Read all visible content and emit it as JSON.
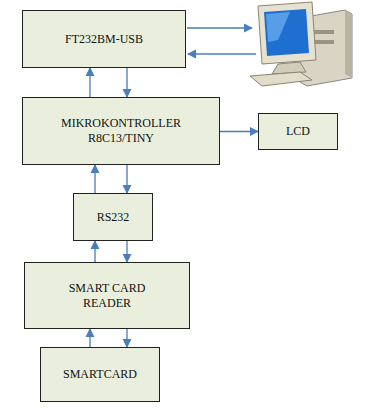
{
  "diagram": {
    "nodes": [
      {
        "text": [
          "FT232BM-USB"
        ]
      },
      {
        "text": [
          "MIKROKONTROLLER R8C13/TINY"
        ]
      },
      {
        "text": [
          "LCD"
        ]
      },
      {
        "text": [
          "RS232"
        ]
      },
      {
        "text": [
          "SMART CARD READER"
        ]
      },
      {
        "text": [
          "SMARTCARD"
        ]
      }
    ],
    "edges": [
      {
        "from": 1,
        "to": 0,
        "arrow": "to"
      },
      {
        "from": 0,
        "to": 1,
        "arrow": "to"
      },
      {
        "from": 1,
        "to": 2,
        "arrow": "to"
      },
      {
        "from": 3,
        "to": 1,
        "arrow": "to"
      },
      {
        "from": 1,
        "to": 3,
        "arrow": "to"
      },
      {
        "from": 4,
        "to": 3,
        "arrow": "to"
      },
      {
        "from": 3,
        "to": 4,
        "arrow": "to"
      },
      {
        "from": 5,
        "to": 4,
        "arrow": "to"
      },
      {
        "from": 4,
        "to": 5,
        "arrow": "to"
      }
    ]
  }
}
